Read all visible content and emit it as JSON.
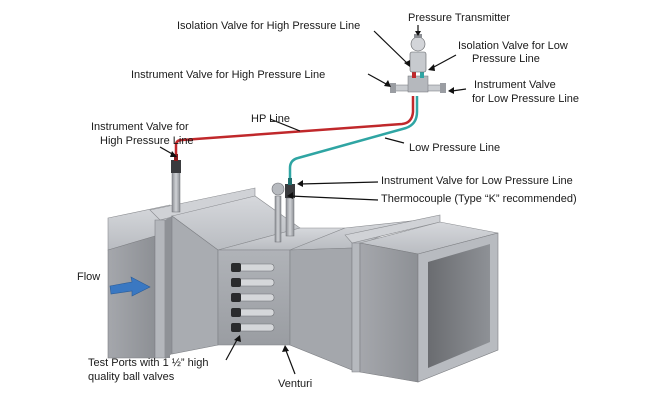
{
  "labels": {
    "pressure_transmitter": "Pressure Transmitter",
    "isolation_valve_high": "Isolation Valve for High Pressure Line",
    "isolation_valve_low_1": "Isolation Valve for Low",
    "isolation_valve_low_2": "Pressure Line",
    "instrument_valve_high_top": "Instrument Valve for High Pressure Line",
    "instrument_valve_low_top_1": "Instrument Valve",
    "instrument_valve_low_top_2": "for Low Pressure Line",
    "instrument_valve_high_left_1": "Instrument Valve for",
    "instrument_valve_high_left_2": "High Pressure Line",
    "hp_line": "HP Line",
    "low_pressure_line": "Low Pressure Line",
    "instrument_valve_low_right": "Instrument Valve for Low Pressure Line",
    "thermocouple": "Thermocouple (Type “K” recommended)",
    "flow": "Flow",
    "test_ports_1": "Test Ports with 1 ½” high",
    "test_ports_2": "quality ball valves",
    "venturi": "Venturi"
  },
  "colors": {
    "hp_line": "#c0282b",
    "low_line": "#2fa5a3",
    "flow_arrow": "#3a78c2",
    "duct_front": "#9c9ea3",
    "duct_top": "#c9ccd0",
    "duct_dark": "#6f7176"
  }
}
